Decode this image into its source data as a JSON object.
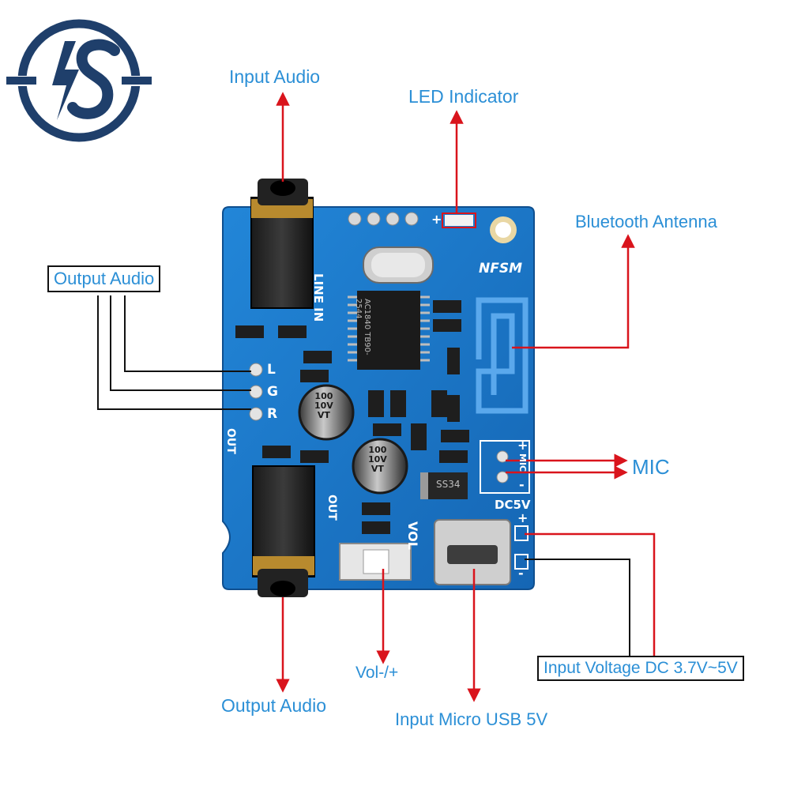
{
  "logo": {
    "text": "IS",
    "color": "#1f3f6b"
  },
  "labels": {
    "input_audio": "Input Audio",
    "led_indicator": "LED Indicator",
    "bluetooth_antenna": "Bluetooth Antenna",
    "output_audio_left": "Output Audio",
    "mic": "MIC",
    "output_audio_bottom": "Output Audio",
    "vol": "Vol-/+",
    "input_usb": "Input Micro USB 5V",
    "input_voltage": "Input Voltage DC 3.7V~5V"
  },
  "silkscreen": {
    "line_in": "LINE IN",
    "nfsm": "NFSM",
    "out_left": "OUT",
    "out_jack": "OUT",
    "vol": "VOL",
    "l": "L",
    "g": "G",
    "r": "R",
    "mic_plus": "+",
    "mic_text": "MIC",
    "mic_minus": "-",
    "dc5v": "DC5V",
    "dc_plus": "+",
    "dc_minus": "-",
    "led_plus": "+",
    "chip": "AC1840 TB90-2544",
    "cap1": [
      "100",
      "10V",
      "VT"
    ],
    "cap2": [
      "100",
      "10V",
      "VT"
    ],
    "diode": "SS34"
  },
  "colors": {
    "pcb": "#1976c8",
    "accent_blue": "#2b8fd6",
    "arrow_red": "#d9141c"
  }
}
